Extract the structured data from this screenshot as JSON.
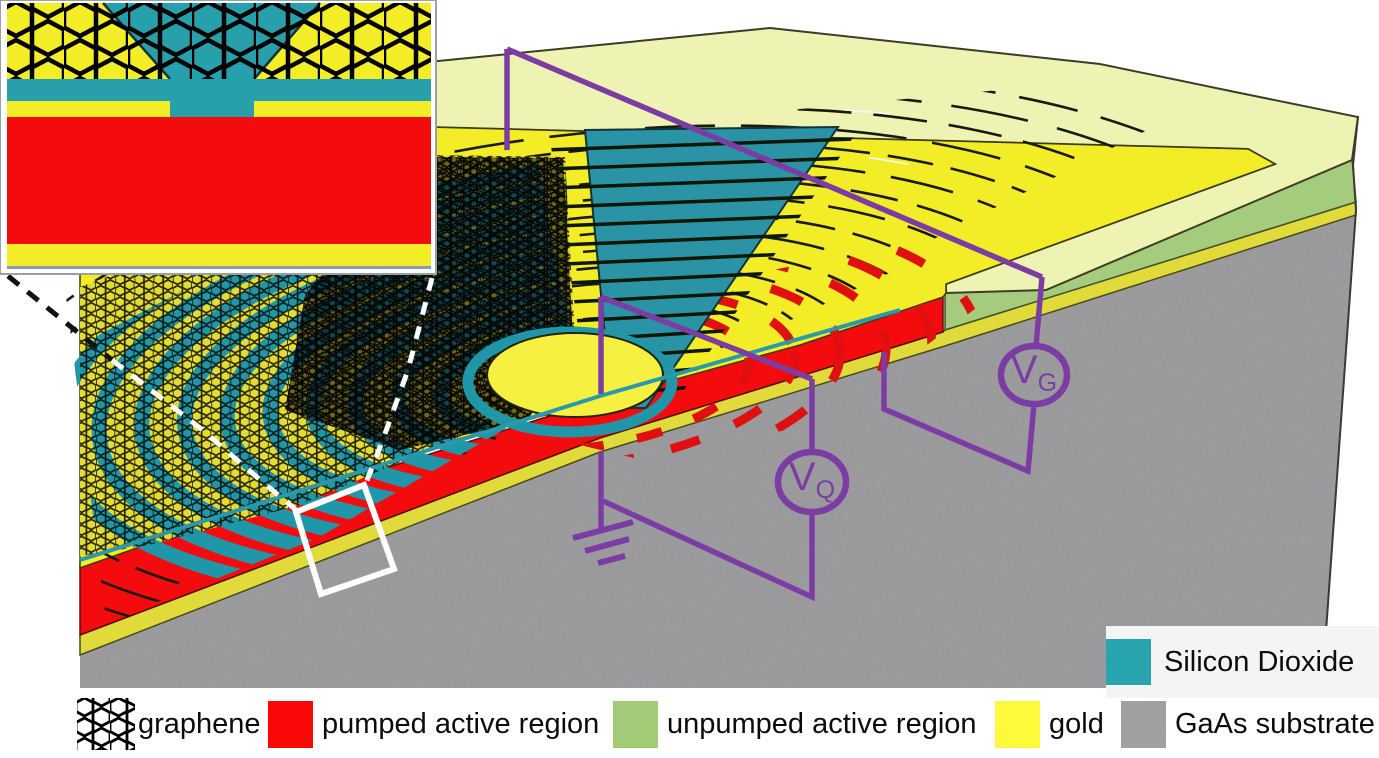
{
  "legend": {
    "items": [
      {
        "id": "graphene",
        "label": "graphene",
        "swatch": "hex-pattern"
      },
      {
        "id": "pumped",
        "label": "pumped active region",
        "color": "#fa0707"
      },
      {
        "id": "unpumped",
        "label": "unpumped active region",
        "color": "#a2ca77"
      },
      {
        "id": "gold",
        "label": "gold",
        "color": "#fdf93b"
      },
      {
        "id": "gaas",
        "label": "GaAs substrate",
        "color": "#a3a3a5"
      }
    ]
  },
  "overlay_legend": {
    "label": "Silicon Dioxide",
    "color": "#28a4af"
  },
  "voltage_sources": {
    "gate": {
      "letter": "V",
      "subscript": "G"
    },
    "quantum": {
      "letter": "V",
      "subscript": "Q"
    }
  },
  "colors": {
    "pumped_red": "#f40b0e",
    "unpumped_top": "#eef3b4",
    "unpumped_side": "#a5cc7c",
    "gold_surface": "#f3ed27",
    "gold_under_layer": "#e0da3a",
    "silicon_dioxide": "#2a98a9",
    "gaas_gray": "#9d9da0",
    "wire_purple": "#7b3da3",
    "graphene_black": "#0a0a02"
  }
}
